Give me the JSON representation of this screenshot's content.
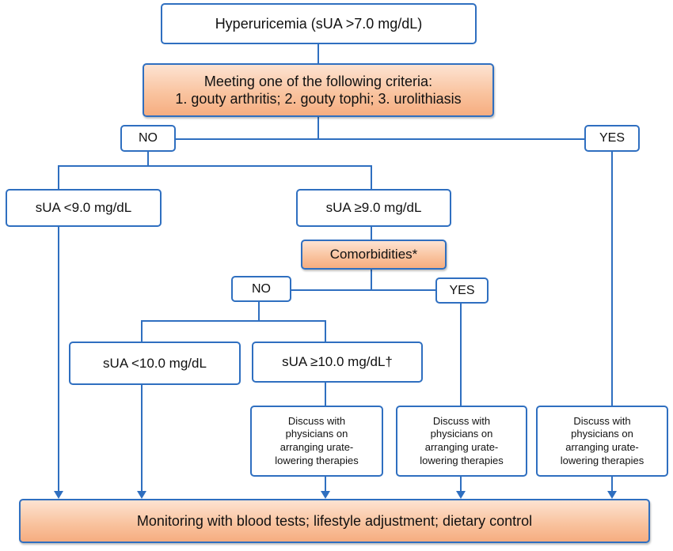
{
  "nodes": {
    "hyperuricemia": "Hyperuricemia (sUA >7.0 mg/dL)",
    "criteria_line1": "Meeting one of the following criteria:",
    "criteria_line2": "1. gouty arthritis; 2. gouty tophi; 3. urolithiasis",
    "no_top": "NO",
    "yes_top": "YES",
    "sua_lt9": "sUA <9.0 mg/dL",
    "sua_ge9": "sUA ≥9.0 mg/dL",
    "comorbidities": "Comorbidities*",
    "no_mid": "NO",
    "yes_mid": "YES",
    "sua_lt10": "sUA <10.0 mg/dL",
    "sua_ge10": "sUA ≥10.0 mg/dL†",
    "discuss_lines": [
      "Discuss with",
      "physicians on",
      "arranging urate-",
      "lowering therapies"
    ],
    "monitoring": "Monitoring with blood tests; lifestyle adjustment; dietary control"
  },
  "colors": {
    "line": "#2f6fc0",
    "orange_fill": "#f9c4a0"
  }
}
